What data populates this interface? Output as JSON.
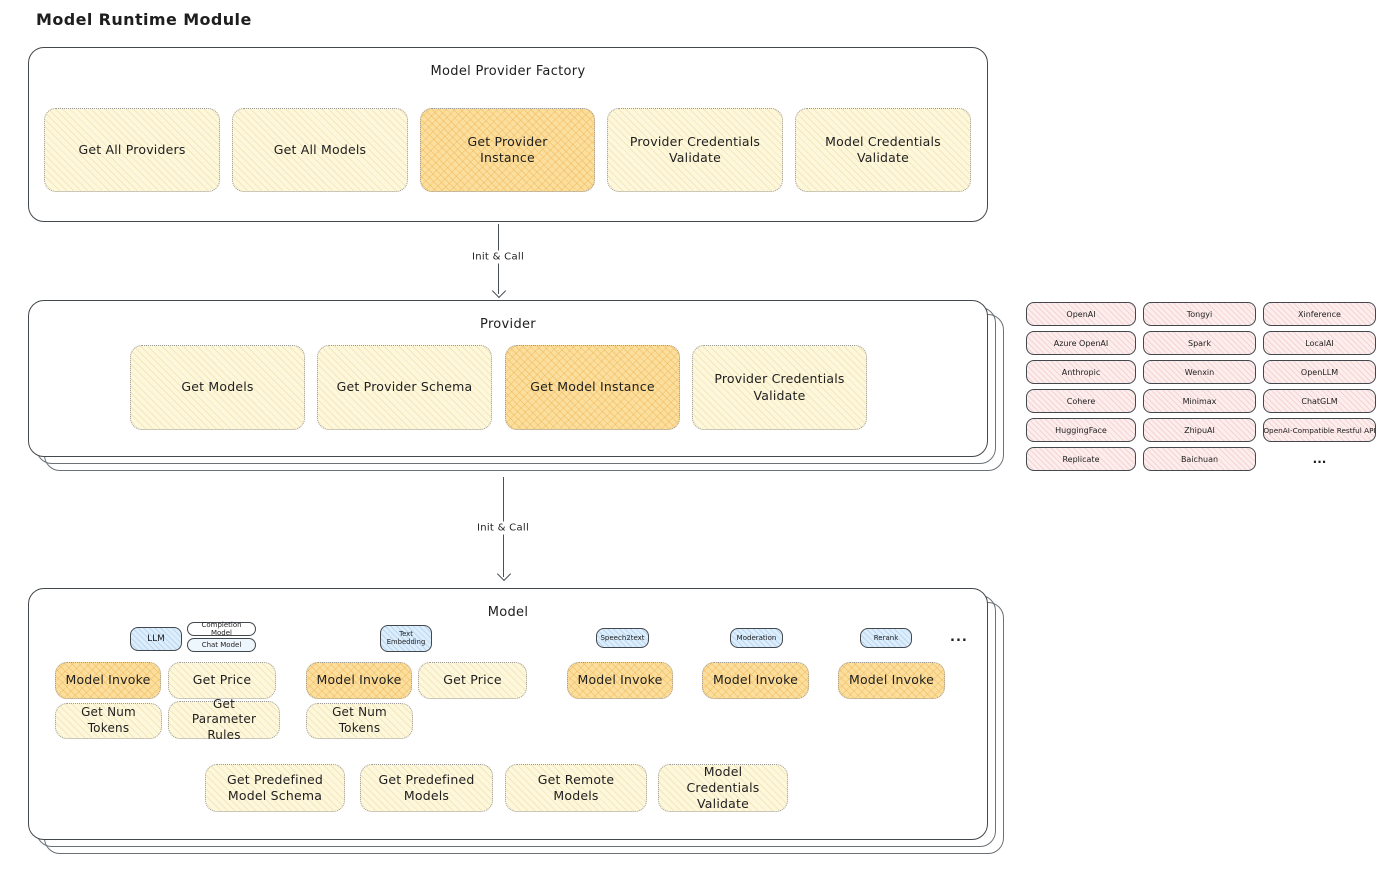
{
  "title": "Model Runtime Module",
  "arrow1": {
    "label": "Init & Call"
  },
  "arrow2": {
    "label": "Init & Call"
  },
  "factory": {
    "title": "Model Provider Factory",
    "buttons": [
      {
        "label": "Get All Providers",
        "highlighted": false
      },
      {
        "label": "Get All Models",
        "highlighted": false
      },
      {
        "label": "Get Provider Instance",
        "highlighted": true
      },
      {
        "label": "Provider Credentials Validate",
        "highlighted": false
      },
      {
        "label": "Model Credentials Validate",
        "highlighted": false
      }
    ]
  },
  "provider": {
    "title": "Provider",
    "buttons": [
      {
        "label": "Get Models",
        "highlighted": false
      },
      {
        "label": "Get Provider Schema",
        "highlighted": false
      },
      {
        "label": "Get Model Instance",
        "highlighted": true
      },
      {
        "label": "Provider Credentials Validate",
        "highlighted": false
      }
    ]
  },
  "providers_list": {
    "rows": [
      [
        "OpenAI",
        "Tongyi",
        "Xinference"
      ],
      [
        "Azure OpenAI",
        "Spark",
        "LocalAI"
      ],
      [
        "Anthropic",
        "Wenxin",
        "OpenLLM"
      ],
      [
        "Cohere",
        "Minimax",
        "ChatGLM"
      ],
      [
        "HuggingFace",
        "ZhipuAI",
        "OpenAI-Compatible Restful API"
      ],
      [
        "Replicate",
        "Baichuan"
      ]
    ],
    "more": "..."
  },
  "model": {
    "title": "Model",
    "tags": {
      "llm": "LLM",
      "completion_model": "Completion Model",
      "chat_model": "Chat Model",
      "text_embedding": "Text Embedding",
      "speech2text": "Speech2text",
      "moderation": "Moderation",
      "rerank": "Rerank",
      "more": "..."
    },
    "llm_buttons": [
      {
        "label": "Model Invoke",
        "highlighted": true
      },
      {
        "label": "Get Price",
        "highlighted": false
      },
      {
        "label": "Get Num Tokens",
        "highlighted": false
      },
      {
        "label": "Get Parameter Rules",
        "highlighted": false
      }
    ],
    "text_embedding_buttons": [
      {
        "label": "Model Invoke",
        "highlighted": true
      },
      {
        "label": "Get Price",
        "highlighted": false
      },
      {
        "label": "Get Num Tokens",
        "highlighted": false
      }
    ],
    "speech2text_buttons": [
      {
        "label": "Model Invoke",
        "highlighted": true
      }
    ],
    "moderation_buttons": [
      {
        "label": "Model Invoke",
        "highlighted": true
      }
    ],
    "rerank_buttons": [
      {
        "label": "Model Invoke",
        "highlighted": true
      }
    ],
    "bottom_buttons": [
      {
        "label": "Get Predefined Model Schema"
      },
      {
        "label": "Get Predefined Models"
      },
      {
        "label": "Get Remote Models"
      },
      {
        "label": "Model Credentials Validate"
      }
    ]
  },
  "colors": {
    "node_yellow": "#fdf7dc",
    "node_orange": "#fbdf9e",
    "provider_pink": "#fdeeee",
    "tag_blue": "#dcedfb",
    "stroke_dark": "#43484d"
  }
}
